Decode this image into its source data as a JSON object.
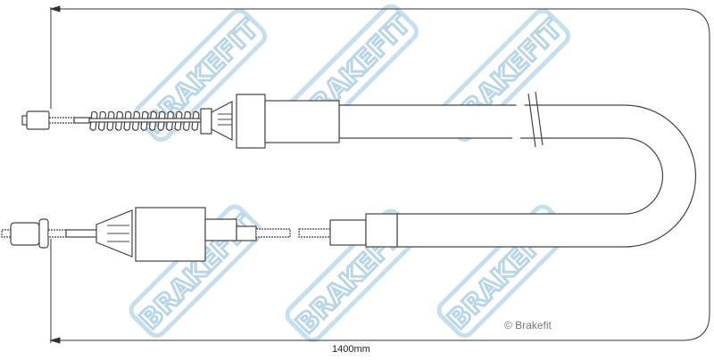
{
  "drawing": {
    "dimension_label": "1400mm",
    "copyright": "© Brakefit",
    "watermark_text": "BRAKEFIT",
    "colors": {
      "line": "#444444",
      "watermark": "#b9d6e8"
    }
  }
}
